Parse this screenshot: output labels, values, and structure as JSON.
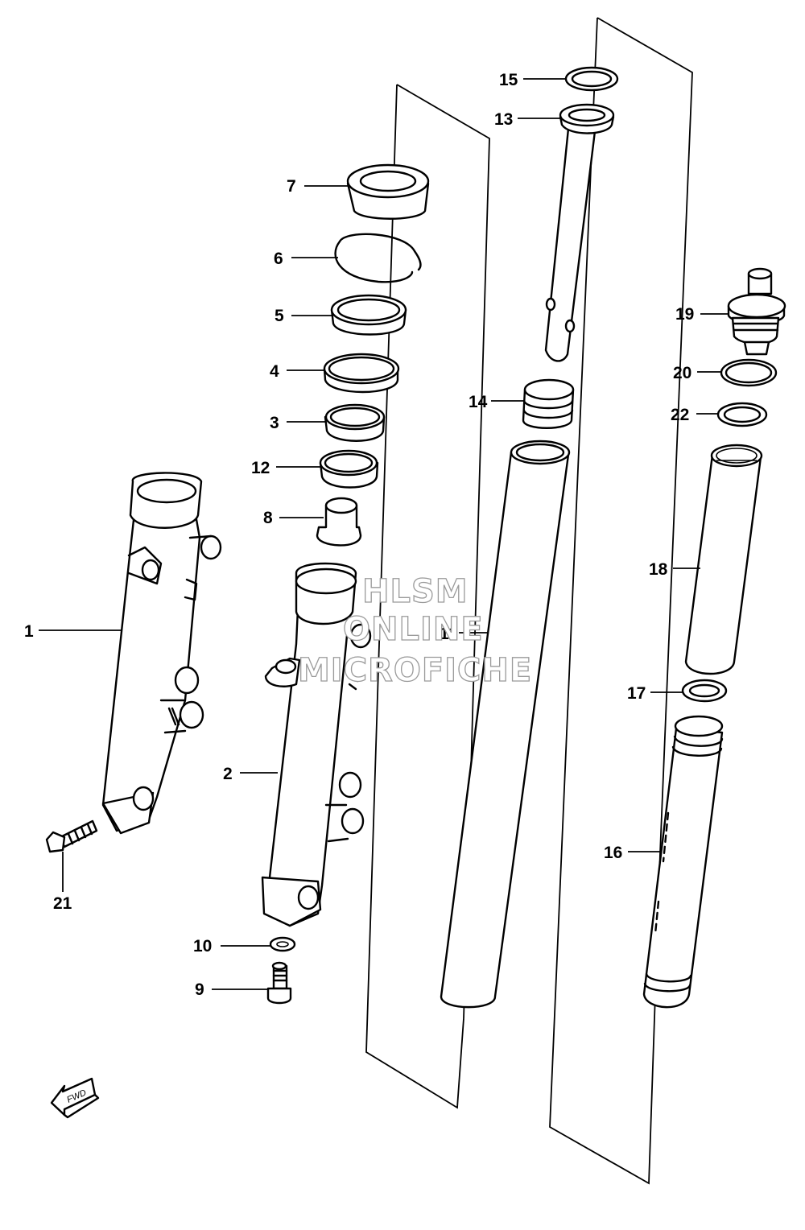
{
  "diagram": {
    "callouts": [
      "1",
      "2",
      "3",
      "4",
      "5",
      "6",
      "7",
      "8",
      "9",
      "10",
      "11",
      "12",
      "13",
      "14",
      "15",
      "16",
      "17",
      "18",
      "19",
      "20",
      "21",
      "22"
    ],
    "watermark": [
      "HLSM",
      "ONLINE",
      "MICROFICHE"
    ],
    "direction_arrow": {
      "icon": "fwd-arrow-icon",
      "label": "FWD"
    }
  }
}
